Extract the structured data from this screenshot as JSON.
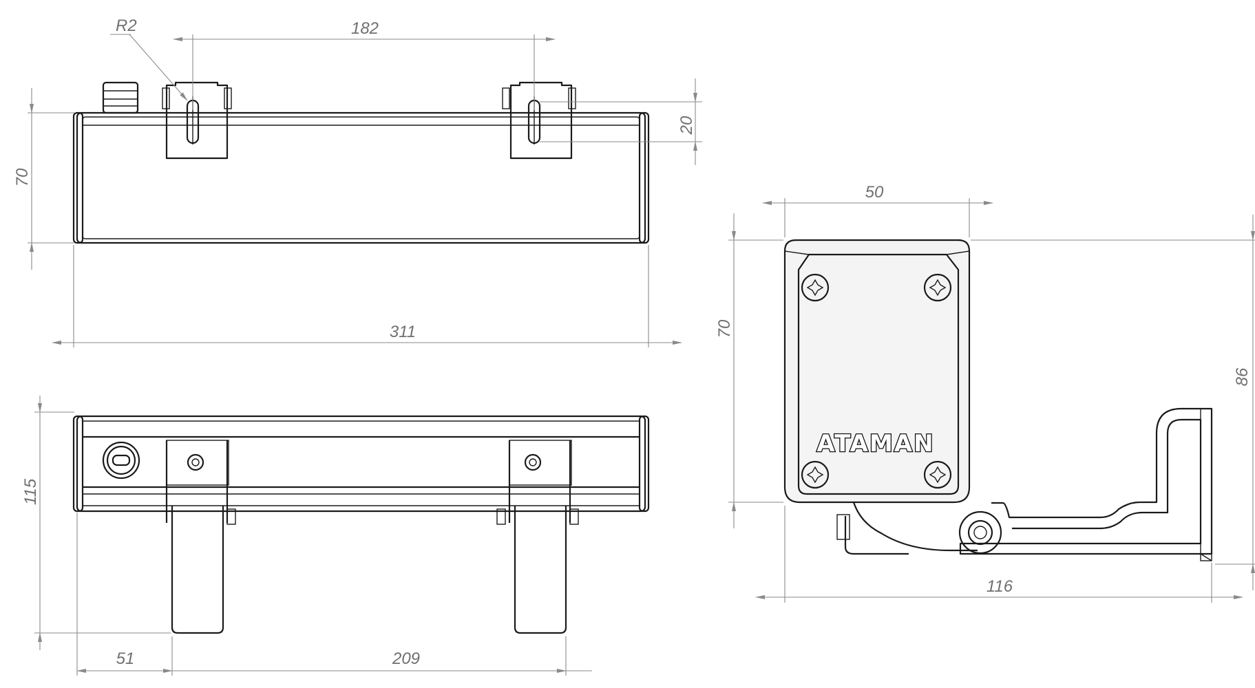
{
  "drawing": {
    "brand_label": "ATAMAN",
    "dimensions": {
      "radius_label": "R2",
      "bracket_spacing": "182",
      "bracket_offset": "20",
      "side_height": "70",
      "overall_length": "311",
      "top_depth": "115",
      "bracket_inset": "51",
      "bracket_span": "209",
      "end_width": "50",
      "end_height": "70",
      "end_total_height": "86",
      "end_total_depth": "116"
    }
  }
}
